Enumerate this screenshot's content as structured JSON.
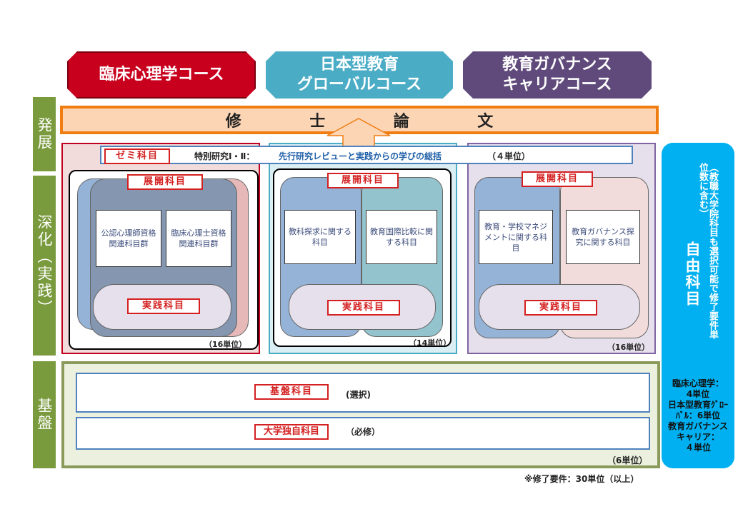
{
  "courses": [
    {
      "title": "臨床心理学コース",
      "color": "#c8001e"
    },
    {
      "title": "日本型教育\nグローバルコース",
      "color": "#4bacc6"
    },
    {
      "title": "教育ガバナンス\nキャリアコース",
      "color": "#604a7b"
    }
  ],
  "side_labels": {
    "hatten": "発展",
    "shinka": "深化（実践）",
    "kiban": "基盤"
  },
  "thesis": {
    "chars": [
      "修",
      "士",
      "論",
      "文"
    ]
  },
  "seminar": {
    "label": "ゼミ科目",
    "text_prefix": "特別研究Ⅰ・Ⅱ：",
    "text_body": "先行研究レビューと実践からの学びの総括",
    "units": "（４単位）"
  },
  "columns": [
    {
      "deploy_label": "展開科目",
      "boxes": [
        "公認心理師資格関連科目群",
        "臨床心理士資格関連科目群"
      ],
      "practice_label": "実践科目",
      "units": "（16単位）"
    },
    {
      "deploy_label": "展開科目",
      "boxes": [
        "教科探求に関する科目",
        "教育国際比較に関する科目"
      ],
      "practice_label": "実践科目",
      "units": "（14単位）"
    },
    {
      "deploy_label": "展開科目",
      "boxes": [
        "教育・学校マネジメントに関する科目",
        "教育ガバナンス探究に関する科目"
      ],
      "practice_label": "実践科目",
      "units": "（16単位）"
    }
  ],
  "base": {
    "row1_label": "基盤科目",
    "row1_note": "(選択)",
    "row2_label": "大学独自科目",
    "row2_note": "（必修）",
    "units": "（6単位）"
  },
  "free": {
    "note": "（教職大学院科目も選択可能で修了要件単位数に含む）",
    "title": "自由科目",
    "lines": [
      "臨床心理学：",
      "4単位",
      "日本型教育ｸﾞﾛｰ",
      "ﾊﾞﾙ：6単位",
      "教育ガバナンス",
      "キャリア：",
      "４単位"
    ]
  },
  "requirement": "※修了要件：30単位（以上）"
}
